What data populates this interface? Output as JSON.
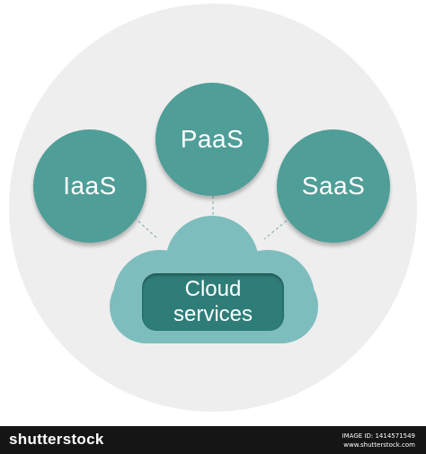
{
  "diagram": {
    "nodes": [
      {
        "id": "iaas",
        "label": "IaaS"
      },
      {
        "id": "paas",
        "label": "PaaS"
      },
      {
        "id": "saas",
        "label": "SaaS"
      }
    ],
    "hub": {
      "label_line1": "Cloud",
      "label_line2": "services"
    }
  },
  "colors": {
    "node_fill": "#4f9e98",
    "cloud_fill": "#7ebdbd",
    "label_fill": "#2f7d78",
    "background_circle": "#eeeeee",
    "footer_bg": "#151515"
  },
  "footer": {
    "brand": "shutterstock",
    "image_id": "IMAGE ID: 1414571549",
    "site": "www.shutterstock.com"
  }
}
